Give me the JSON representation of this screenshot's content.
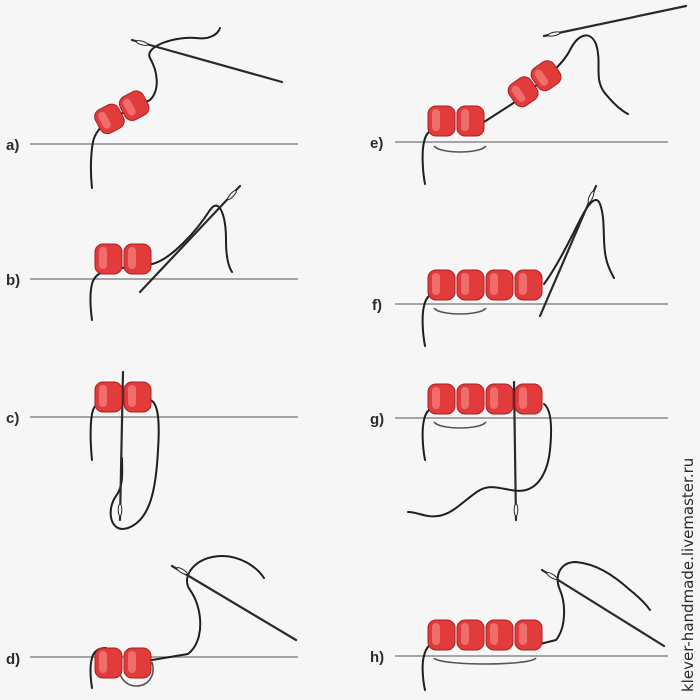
{
  "diagram": {
    "steps": [
      {
        "id": "a",
        "label": "a)",
        "beads": 2,
        "needle": "tilted"
      },
      {
        "id": "b",
        "label": "b)",
        "beads": 2,
        "needle": "up"
      },
      {
        "id": "c",
        "label": "c)",
        "beads": 2,
        "needle": "down"
      },
      {
        "id": "d",
        "label": "d)",
        "beads": 2,
        "needle": "tilted"
      },
      {
        "id": "e",
        "label": "e)",
        "beads": 4,
        "needle": "tilted"
      },
      {
        "id": "f",
        "label": "f)",
        "beads": 4,
        "needle": "up"
      },
      {
        "id": "g",
        "label": "g)",
        "beads": 4,
        "needle": "down"
      },
      {
        "id": "h",
        "label": "h)",
        "beads": 4,
        "needle": "tilted"
      }
    ],
    "colors": {
      "bead": "#e23b3b",
      "bead_highlight": "#f27a78",
      "bead_shadow": "#a81f22",
      "thread": "#1f1f1f",
      "baseline": "#8a8a8a",
      "background": "#f6f6f6"
    }
  },
  "watermark": "klever-handmade.livemaster.ru"
}
